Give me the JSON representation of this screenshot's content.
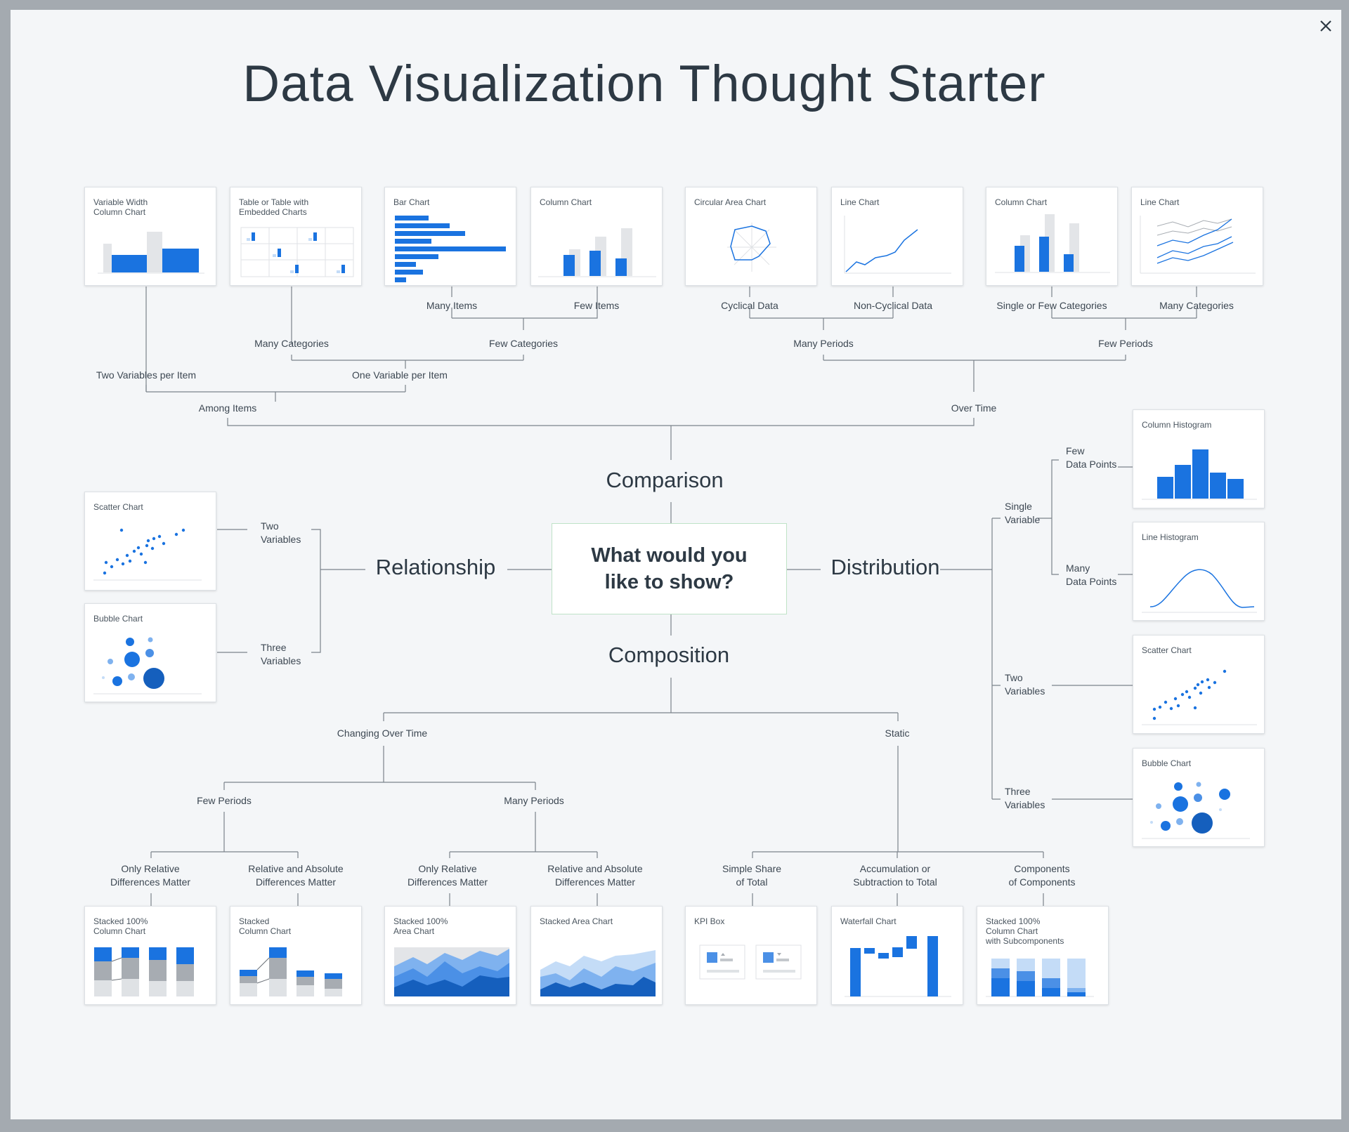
{
  "title": "Data Visualization Thought Starter",
  "center_question": "What would you\nlike to show?",
  "close_icon": "close-icon",
  "colors": {
    "accent": "#1a73e0",
    "light": "#7fb2ef",
    "pale": "#c4dcf7",
    "gray": "#e3e5e8",
    "line": "#7b838b"
  },
  "categories": {
    "comparison": "Comparison",
    "relationship": "Relationship",
    "distribution": "Distribution",
    "composition": "Composition"
  },
  "labels": {
    "many_items": "Many Items",
    "few_items": "Few Items",
    "cyclical": "Cyclical Data",
    "non_cyclical": "Non-Cyclical Data",
    "single_few_cat": "Single or Few Categories",
    "many_cat_top": "Many Categories",
    "many_categories": "Many Categories",
    "few_categories": "Few Categories",
    "many_periods_top": "Many Periods",
    "few_periods_top": "Few Periods",
    "two_vars_item": "Two Variables per Item",
    "one_var_item": "One Variable per Item",
    "among_items": "Among Items",
    "over_time": "Over Time",
    "rel_two": "Two\nVariables",
    "rel_three": "Three\nVariables",
    "single_variable": "Single\nVariable",
    "few_points": "Few\nData Points",
    "many_points": "Many\nData Points",
    "dist_two": "Two\nVariables",
    "dist_three": "Three\nVariables",
    "changing": "Changing Over Time",
    "static": "Static",
    "few_periods": "Few Periods",
    "many_periods": "Many Periods",
    "only_rel_1": "Only Relative\nDifferences Matter",
    "rel_abs_1": "Relative and Absolute\nDifferences Matter",
    "only_rel_2": "Only Relative\nDifferences Matter",
    "rel_abs_2": "Relative and Absolute\nDifferences Matter",
    "simple_share": "Simple Share\nof Total",
    "accum": "Accumulation or\nSubtraction to Total",
    "components": "Components\nof Components"
  },
  "cards": {
    "var_width": {
      "title": "Variable Width\nColumn Chart"
    },
    "table": {
      "title": "Table or Table with\nEmbedded Charts"
    },
    "bar": {
      "title": "Bar Chart"
    },
    "column1": {
      "title": "Column Chart"
    },
    "circular": {
      "title": "Circular Area Chart"
    },
    "line1": {
      "title": "Line Chart"
    },
    "column2": {
      "title": "Column Chart"
    },
    "line2": {
      "title": "Line Chart"
    },
    "scatter1": {
      "title": "Scatter Chart"
    },
    "bubble1": {
      "title": "Bubble Chart"
    },
    "col_hist": {
      "title": "Column Histogram"
    },
    "line_hist": {
      "title": "Line Histogram"
    },
    "scatter2": {
      "title": "Scatter Chart"
    },
    "bubble2": {
      "title": "Bubble Chart"
    },
    "stacked100": {
      "title": "Stacked 100%\nColumn Chart"
    },
    "stacked": {
      "title": "Stacked\nColumn Chart"
    },
    "area100": {
      "title": "Stacked 100%\nArea Chart"
    },
    "area": {
      "title": "Stacked Area Chart"
    },
    "kpi": {
      "title": "KPI Box"
    },
    "waterfall": {
      "title": "Waterfall Chart"
    },
    "sub100": {
      "title": "Stacked 100%\nColumn Chart\nwith Subcomponents"
    }
  }
}
